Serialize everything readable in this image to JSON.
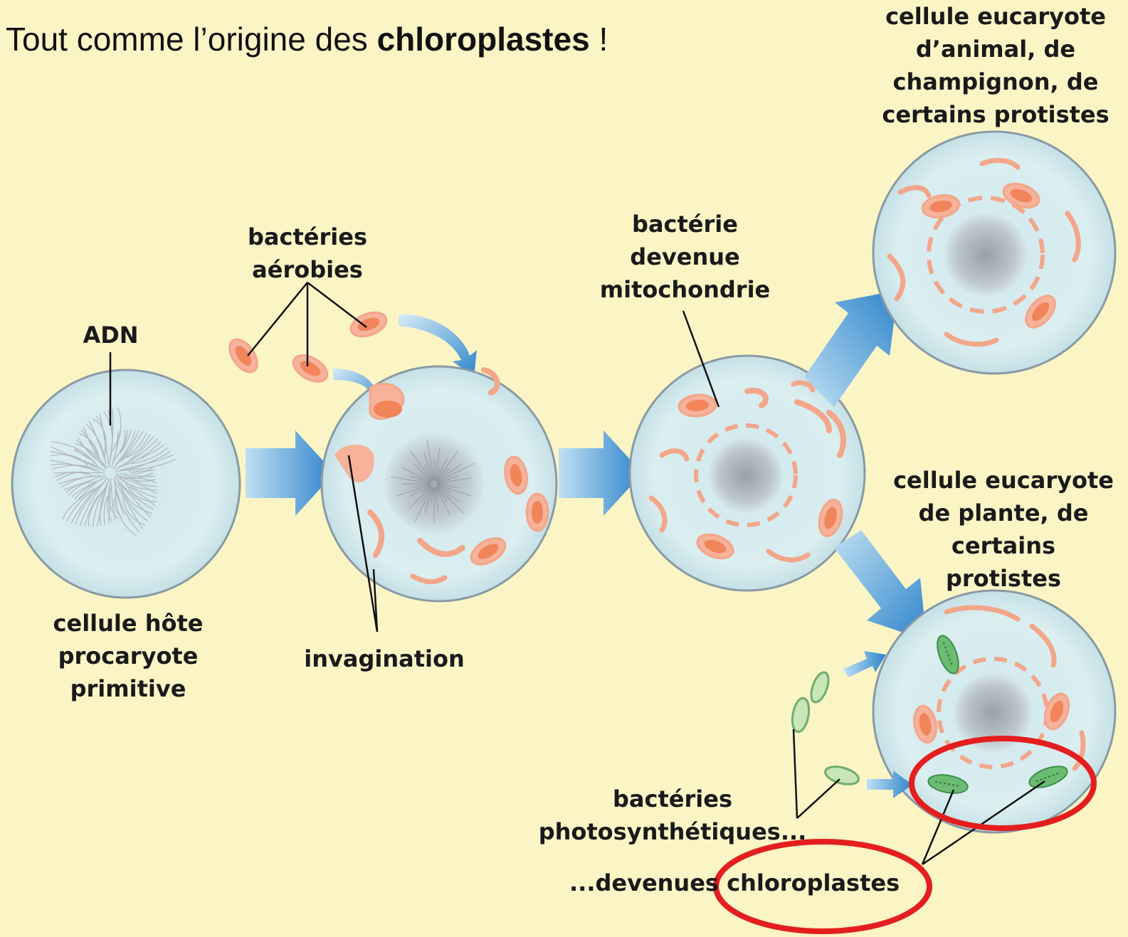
{
  "heading": {
    "prefix": "Tout comme l’origine des ",
    "emphasis": "chloroplastes",
    "suffix": " !"
  },
  "labels": {
    "adn": "ADN",
    "bacteries_aerobies": [
      "bactéries",
      "aérobies"
    ],
    "bacterie_mitochondrie": [
      "bactérie",
      "devenue",
      "mitochondrie"
    ],
    "cellule_animal": [
      "cellule eucaryote",
      "d’animal, de",
      "champignon, de",
      "certains protistes"
    ],
    "cellule_hote": [
      "cellule hôte",
      "procaryote",
      "primitive"
    ],
    "invagination": "invagination",
    "cellule_plante": [
      "cellule eucaryote",
      "de plante, de",
      "certains",
      "protistes"
    ],
    "bacteries_photo": [
      "bactéries",
      "photosynthétiques..."
    ],
    "devenues_prefix": "...devenues ",
    "devenues_chloro": "chloroplastes"
  },
  "colors": {
    "background": "#fbf5c6",
    "cell_fill": "#d7ecec",
    "mitochondria": "#f2845a",
    "chloroplast": "#4fa85a",
    "arrow": "#3a8dd0",
    "highlight": "#e41e1e"
  }
}
